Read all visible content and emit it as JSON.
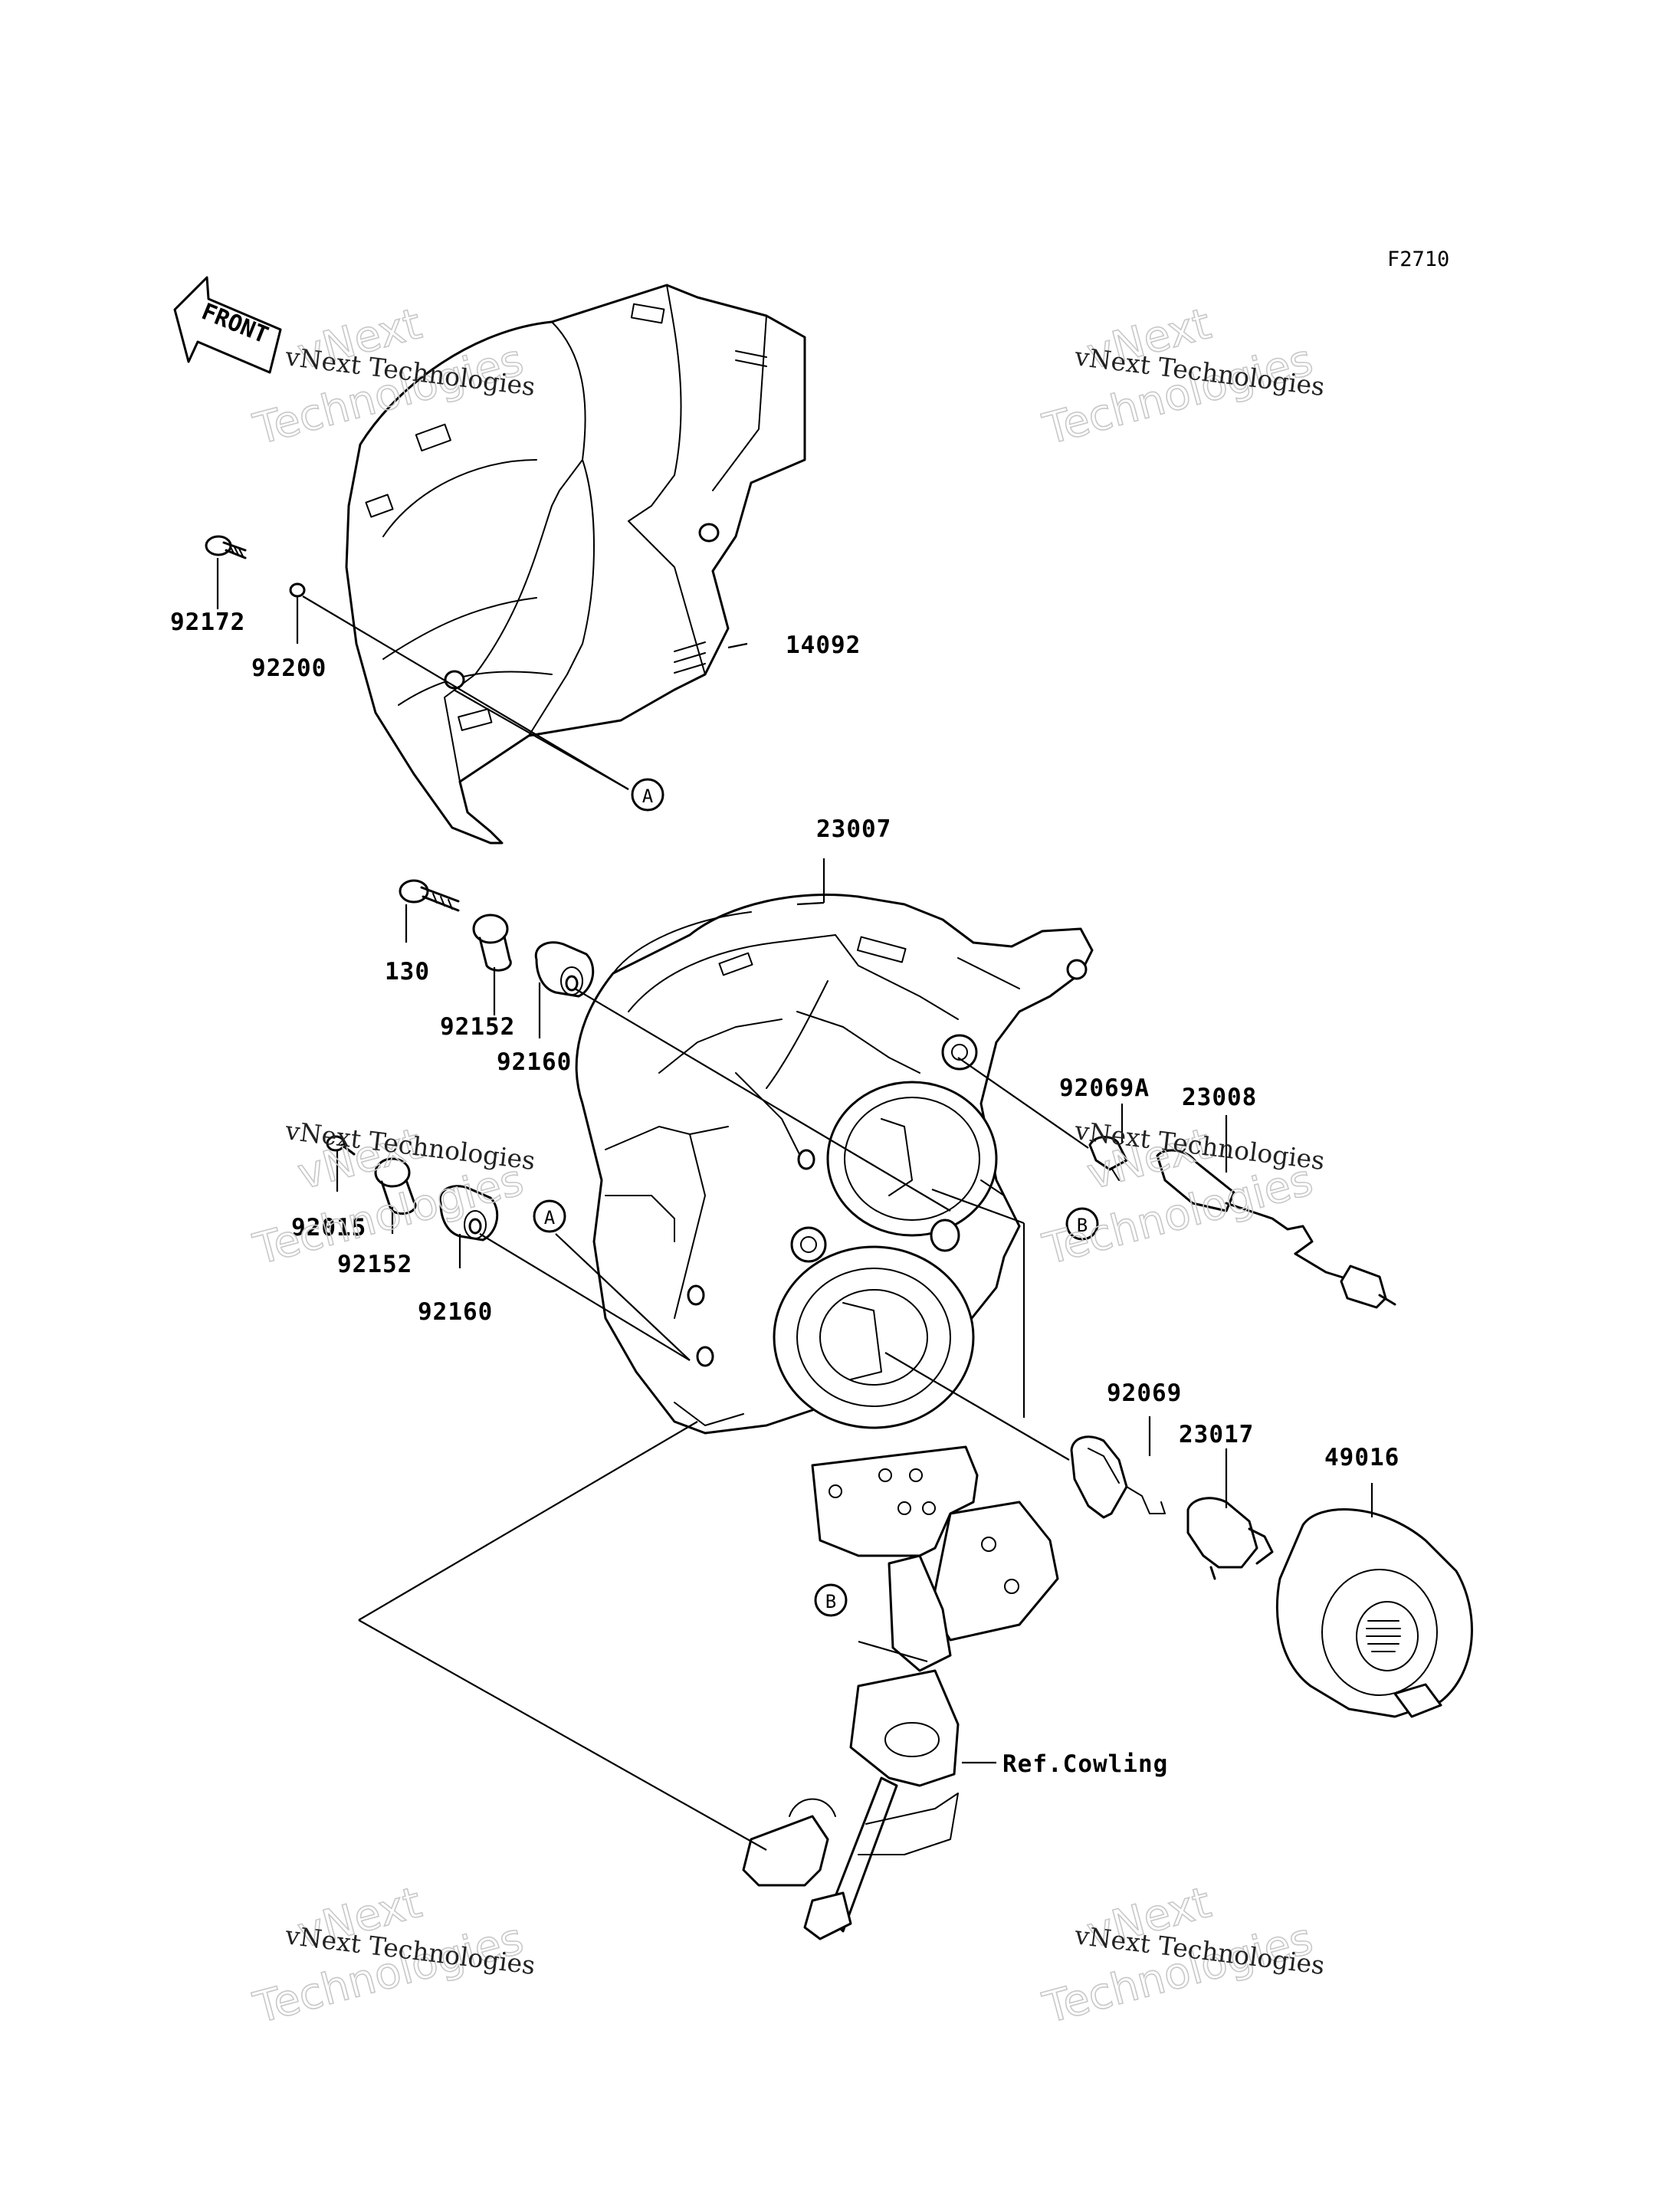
{
  "diagram_code": "F2710",
  "front_arrow_text": "FRONT",
  "watermark": {
    "line1": "vNext Technologies",
    "line2": "vNext\nTechnologies"
  },
  "refs": {
    "A": "A",
    "B": "B"
  },
  "parts": [
    {
      "id": "14092",
      "label": "14092"
    },
    {
      "id": "92172",
      "label": "92172"
    },
    {
      "id": "92200",
      "label": "92200"
    },
    {
      "id": "23007",
      "label": "23007"
    },
    {
      "id": "130",
      "label": "130"
    },
    {
      "id": "92152a",
      "label": "92152"
    },
    {
      "id": "92160a",
      "label": "92160"
    },
    {
      "id": "92069A",
      "label": "92069A"
    },
    {
      "id": "23008",
      "label": "23008"
    },
    {
      "id": "92015",
      "label": "92015"
    },
    {
      "id": "92152b",
      "label": "92152"
    },
    {
      "id": "92160b",
      "label": "92160"
    },
    {
      "id": "92069",
      "label": "92069"
    },
    {
      "id": "23017",
      "label": "23017"
    },
    {
      "id": "49016",
      "label": "49016"
    },
    {
      "id": "ref-cowling",
      "label": "Ref.Cowling"
    }
  ]
}
